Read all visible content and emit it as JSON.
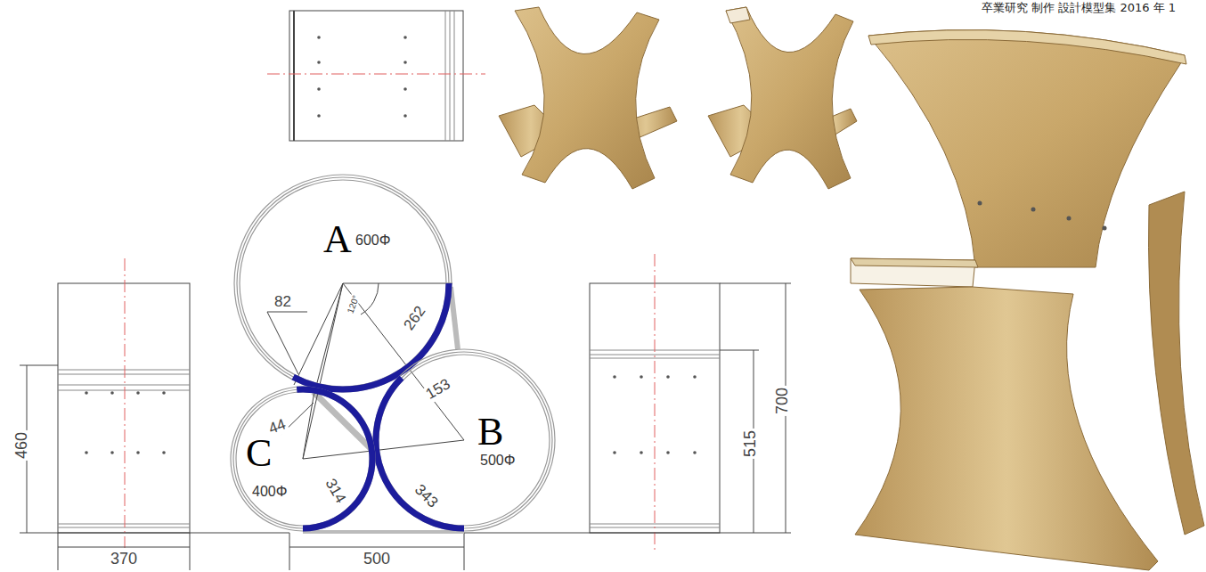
{
  "diagram": {
    "nodes": [
      {
        "text": [
          "A",
          "600Φ"
        ]
      },
      {
        "text": [
          "B",
          "500Φ"
        ]
      },
      {
        "text": [
          "C",
          "400Φ"
        ]
      }
    ],
    "labels": [
      "卒業研究 制作 設計模型集 2016 年 1",
      "82",
      "262",
      "153",
      "44",
      "314",
      "343",
      "120°",
      "460",
      "370",
      "500",
      "515",
      "700"
    ]
  }
}
